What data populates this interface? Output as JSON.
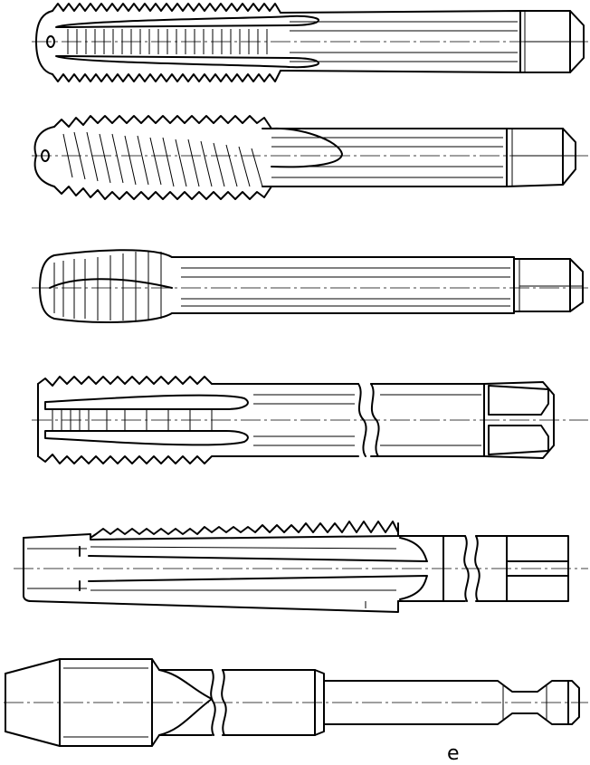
{
  "figure": {
    "label": "e",
    "items": [
      {
        "id": "tap-1",
        "icon": "straight-flute-tap-icon"
      },
      {
        "id": "tap-2",
        "icon": "spiral-point-tap-icon"
      },
      {
        "id": "tap-3",
        "icon": "short-thread-tap-icon"
      },
      {
        "id": "tap-4",
        "icon": "long-shank-tap-icon"
      },
      {
        "id": "tap-5",
        "icon": "taper-tap-side-view-icon"
      },
      {
        "id": "tap-6",
        "icon": "thread-former-with-neck-icon"
      }
    ]
  }
}
